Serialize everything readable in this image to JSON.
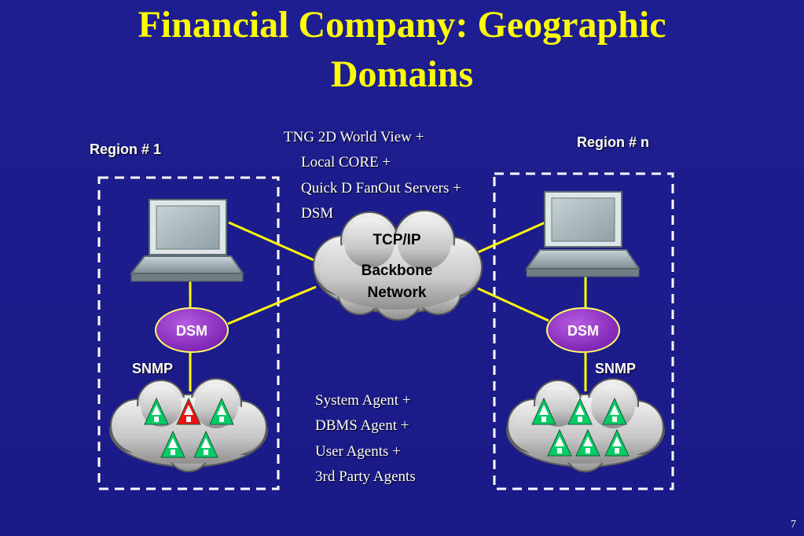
{
  "title_line1": "Financial Company:  Geographic",
  "title_line2": "Domains",
  "region_left": "Region  # 1",
  "region_right": "Region  # n",
  "manager_list": [
    "TNG 2D World View +",
    "Local CORE  +",
    "Quick D FanOut Servers  +",
    "DSM"
  ],
  "backbone": {
    "line1": "TCP/IP",
    "line2": "Backbone",
    "line3": "Network"
  },
  "dsm_label": "DSM",
  "snmp_label": "SNMP",
  "agent_list": [
    "System Agent   +",
    "DBMS Agent      +",
    "User Agents  +",
    "3rd Party Agents"
  ],
  "page_number": "7",
  "colors": {
    "background": "#1c1c8c",
    "title": "#ffff00",
    "link_line": "#ffff00",
    "dsm_fill": "#9933cc",
    "agent_normal": "#00cc66",
    "agent_alert": "#ee1111",
    "region_border": "#ffffff"
  },
  "icons": {
    "workstation": "computer-icon",
    "agent": "agent-triangle-icon",
    "cloud": "cloud-icon"
  },
  "left_agents": [
    "normal",
    "alert",
    "normal",
    "normal",
    "normal"
  ],
  "right_agents": [
    "normal",
    "normal",
    "normal",
    "normal",
    "normal",
    "normal"
  ]
}
